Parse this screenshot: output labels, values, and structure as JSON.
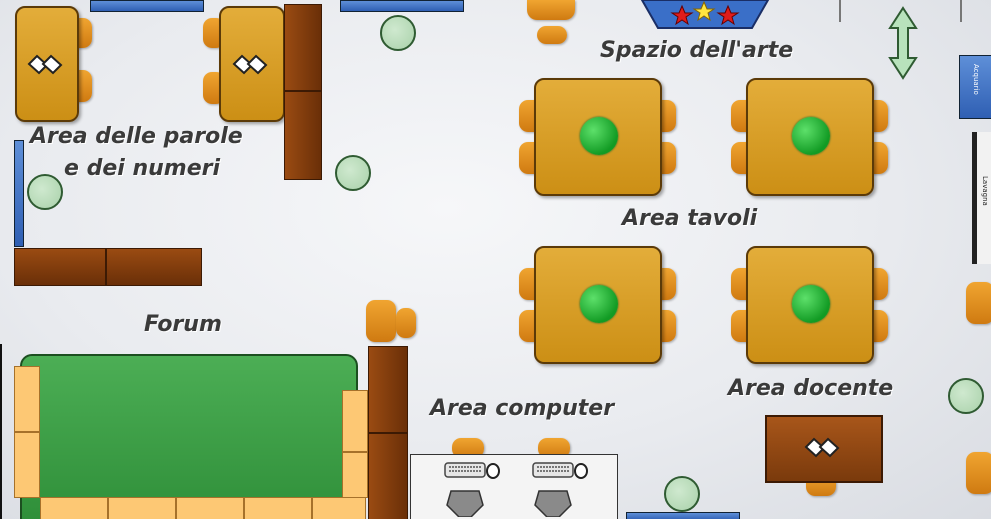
{
  "areas": {
    "art": "Spazio dell'arte",
    "words_line1": "Area delle parole",
    "words_line2": "e dei numeri",
    "tables": "Area tavoli",
    "forum": "Forum",
    "computer": "Area computer",
    "teacher": "Area docente"
  },
  "side_labels": {
    "top_right": "Acquario",
    "middle_right": "Lavagna"
  },
  "icons": {
    "diamond": "paper-stack-icon",
    "plant": "plant-icon",
    "star": "star-icon",
    "arrow": "double-arrow-icon",
    "computer": "computer-icon"
  },
  "colors": {
    "desk": "#d69c22",
    "chair": "#e99a27",
    "forum": "#3c9a46",
    "cushion": "#fdc874",
    "green_dot": "#1aa52c",
    "shelf": "#7e3c0c"
  }
}
